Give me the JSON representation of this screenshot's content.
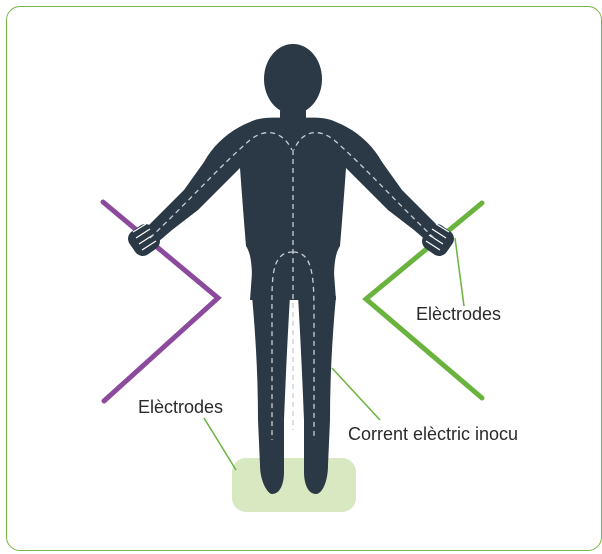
{
  "labels": {
    "electrodes_right": "Elèctrodes",
    "electrodes_feet": "Elèctrodes",
    "current": "Corrent elèctric inocu"
  },
  "colors": {
    "frame_border": "#7ab648",
    "body": "#2b3846",
    "left_electrode": "#8b4a9c",
    "right_electrode": "#6ab33e",
    "foot_plate": "#d8e8c0",
    "current_path": "#c9cfd6",
    "leader_line": "#6ab33e"
  },
  "icons": {
    "figure": "human-body-silhouette",
    "left_hand": "fist-grip-icon",
    "right_hand": "fist-grip-icon"
  }
}
